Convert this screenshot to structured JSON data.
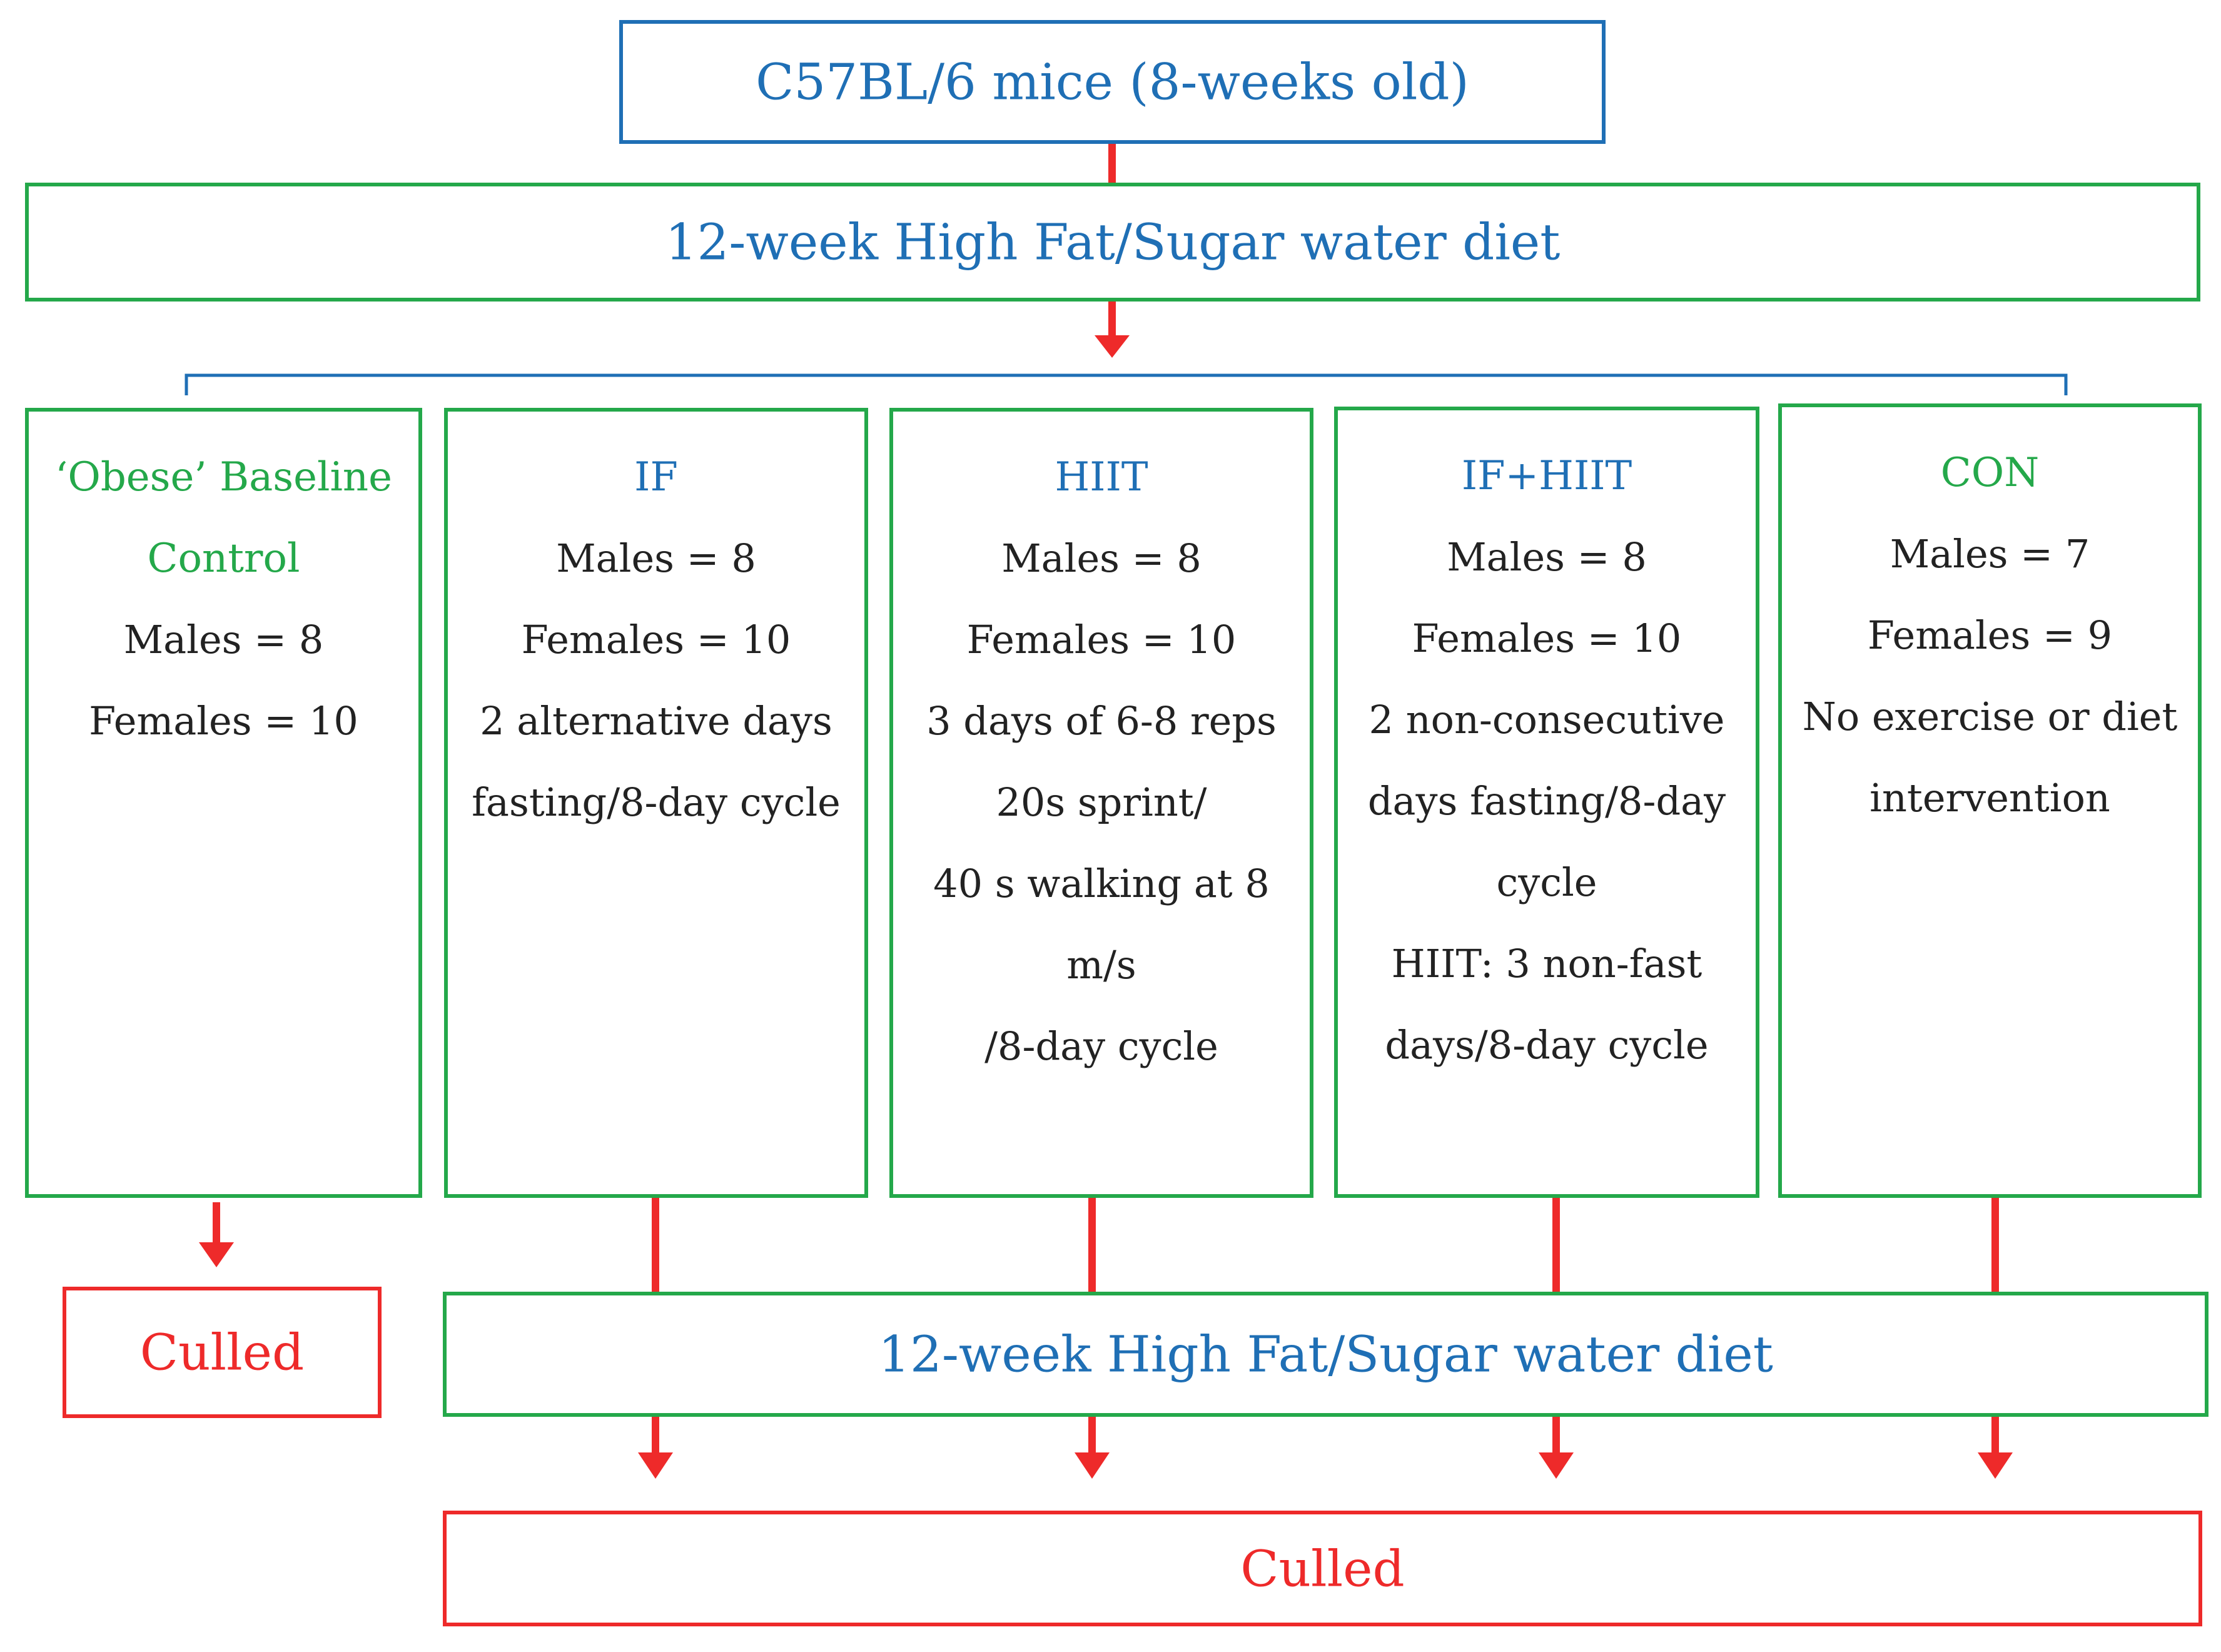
{
  "colors": {
    "blue": "#1f6fb5",
    "green": "#24a84a",
    "red": "#ee2a2a",
    "text": "#222222"
  },
  "top": {
    "label": "C57BL/6 mice (8-weeks old)"
  },
  "diet1": {
    "label": "12-week High Fat/Sugar water diet"
  },
  "groups": [
    {
      "title1": "‘Obese’ Baseline",
      "title2": "Control",
      "lines": [
        "Males = 8",
        "Females = 10"
      ]
    },
    {
      "title1": "IF",
      "lines": [
        "Males = 8",
        "Females = 10",
        "2 alternative days",
        "fasting/8-day cycle"
      ]
    },
    {
      "title1": "HIIT",
      "lines": [
        "Males = 8",
        "Females = 10",
        "3 days of 6-8 reps",
        "20s sprint/",
        "40 s walking at 8",
        "m/s",
        "/8-day cycle"
      ]
    },
    {
      "title1": "IF+HIIT",
      "lines": [
        "Males = 8",
        "Females = 10",
        "2 non-consecutive",
        "days fasting/8-day",
        "cycle",
        "HIIT: 3 non-fast",
        "days/8-day cycle"
      ]
    },
    {
      "title1": "CON",
      "lines": [
        "Males = 7",
        "Females = 9",
        "No exercise or diet",
        "intervention"
      ]
    }
  ],
  "culled_left": {
    "label": "Culled"
  },
  "diet2": {
    "label": "12-week High Fat/Sugar water diet"
  },
  "culled_bottom": {
    "label": "Culled"
  }
}
